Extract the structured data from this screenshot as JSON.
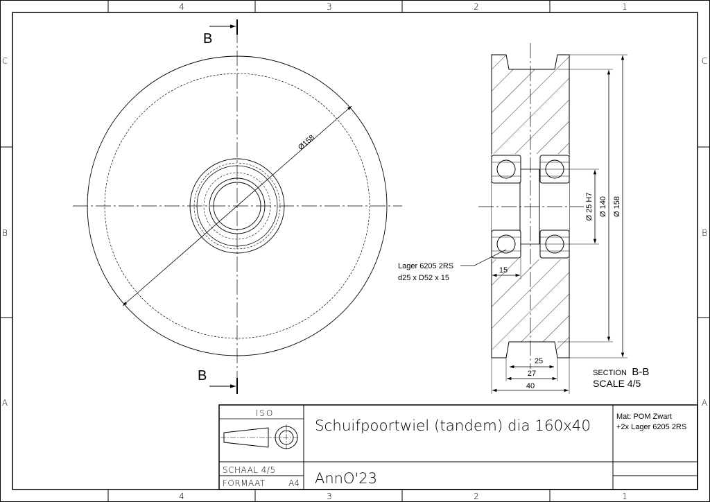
{
  "frame": {
    "columns": [
      "4",
      "3",
      "2",
      "1"
    ],
    "rows": [
      "C",
      "B",
      "A"
    ]
  },
  "front_view": {
    "section_mark": "B",
    "diameter_label": "Ø158"
  },
  "section_view": {
    "dims": {
      "bore": "Ø 25 H7",
      "bearing_seat": "Ø 140",
      "outer": "Ø 158",
      "bearing_width": "15",
      "groove_bottom": "25",
      "groove_top": "27",
      "total_width": "40"
    },
    "bearing_note": [
      "Lager 6205 2RS",
      "d25 x D52 x 15"
    ],
    "section_title_small": "SECTION",
    "section_title_name": "B-B",
    "scale": "SCALE 4/5"
  },
  "title_block": {
    "projection_standard": "ISO",
    "title": "Schuifpoortwiel (tandem) dia 160x40",
    "scale": "SCHAAL  4/5",
    "format_label": "FORMAAT",
    "format_value": "A4",
    "author": "AnnO'23",
    "material": [
      "Mat: POM Zwart",
      "+2x Lager 6205 2RS"
    ]
  }
}
